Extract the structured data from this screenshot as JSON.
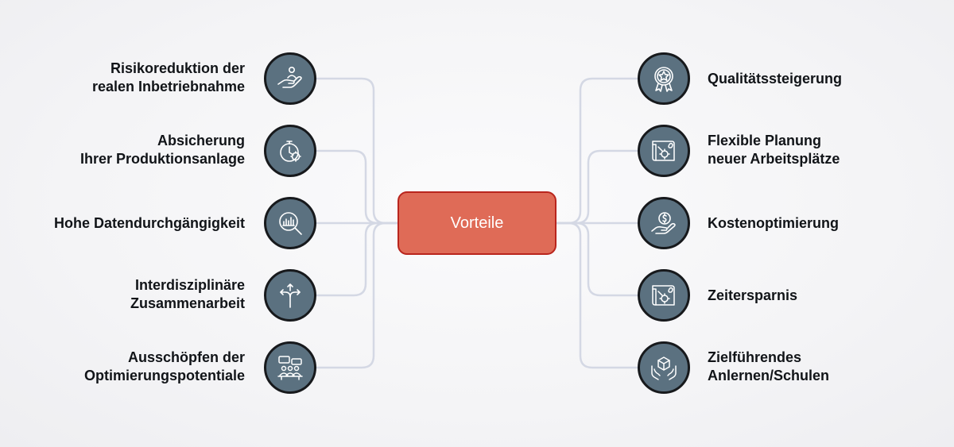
{
  "center": {
    "label": "Vorteile"
  },
  "colors": {
    "center_fill": "#df6b57",
    "center_border": "#b9251d",
    "node_fill": "#5b7180",
    "node_border": "#17191c",
    "connector": "#d4d8e4"
  },
  "left_items": [
    {
      "lines": [
        "Risikoreduktion der",
        "realen Inbetriebnahme"
      ],
      "icon": "hand-person-icon"
    },
    {
      "lines": [
        "Absicherung",
        "Ihrer Produktionsanlage"
      ],
      "icon": "stopwatch-gear-icon"
    },
    {
      "lines": [
        "Hohe Datendurchgängigkeit",
        ""
      ],
      "icon": "magnifier-chart-icon"
    },
    {
      "lines": [
        "Interdisziplinäre",
        "Zusammenarbeit"
      ],
      "icon": "split-arrows-icon"
    },
    {
      "lines": [
        "Ausschöpfen der",
        "Optimierungspotentiale"
      ],
      "icon": "team-meeting-icon"
    }
  ],
  "right_items": [
    {
      "lines": [
        "Qualitätssteigerung",
        ""
      ],
      "icon": "quality-badge-icon"
    },
    {
      "lines": [
        "Flexible Planung",
        "neuer Arbeitsplätze"
      ],
      "icon": "blueprint-gear-icon"
    },
    {
      "lines": [
        "Kostenoptimierung",
        ""
      ],
      "icon": "money-hand-icon"
    },
    {
      "lines": [
        "Zeitersparnis",
        ""
      ],
      "icon": "blueprint-gear-icon"
    },
    {
      "lines": [
        "Zielführendes",
        "Anlernen/Schulen"
      ],
      "icon": "hands-cube-icon"
    }
  ]
}
